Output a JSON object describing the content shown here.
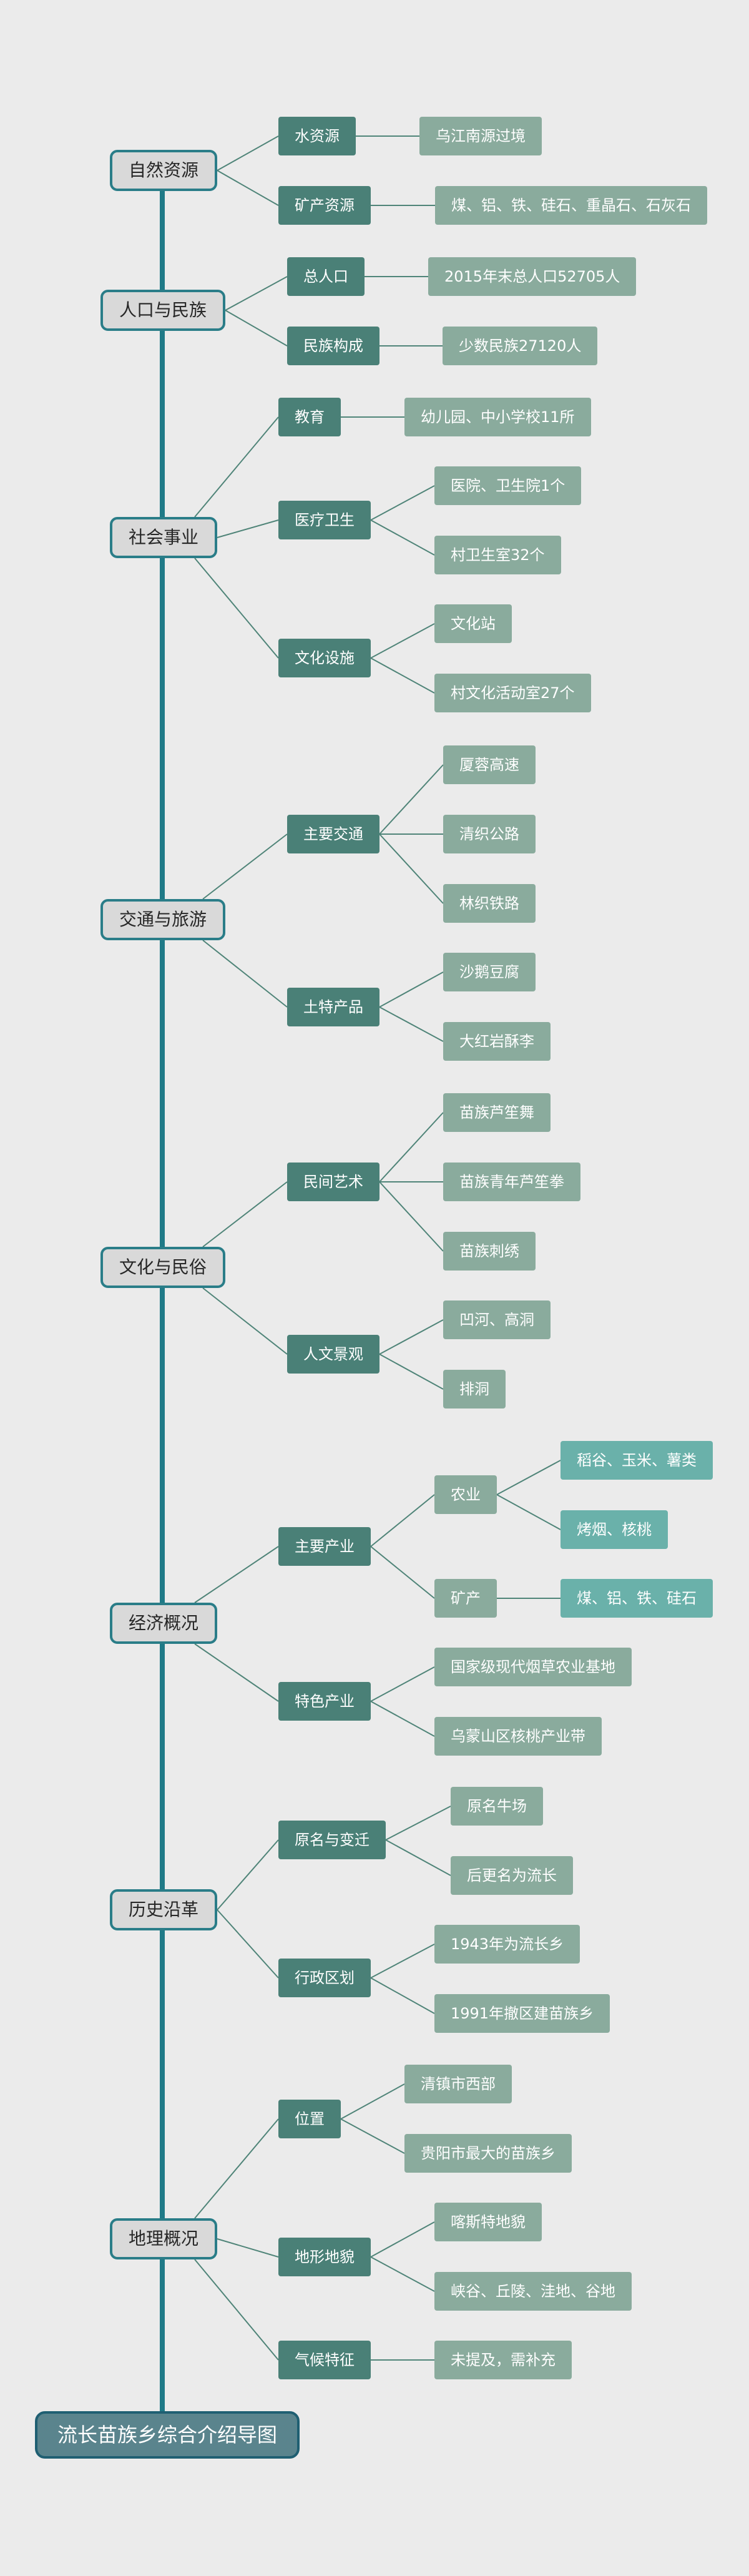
{
  "root": {
    "label": "流长苗族乡综合介绍导图"
  },
  "categories": [
    {
      "label": "自然资源",
      "children": [
        {
          "label": "水资源",
          "children": [
            {
              "label": "乌江南源过境"
            }
          ]
        },
        {
          "label": "矿产资源",
          "children": [
            {
              "label": "煤、铝、铁、硅石、重晶石、石灰石"
            }
          ]
        }
      ]
    },
    {
      "label": "人口与民族",
      "children": [
        {
          "label": "总人口",
          "children": [
            {
              "label": "2015年末总人口52705人"
            }
          ]
        },
        {
          "label": "民族构成",
          "children": [
            {
              "label": "少数民族27120人"
            }
          ]
        }
      ]
    },
    {
      "label": "社会事业",
      "children": [
        {
          "label": "教育",
          "children": [
            {
              "label": "幼儿园、中小学校11所"
            }
          ]
        },
        {
          "label": "医疗卫生",
          "children": [
            {
              "label": "医院、卫生院1个"
            },
            {
              "label": "村卫生室32个"
            }
          ]
        },
        {
          "label": "文化设施",
          "children": [
            {
              "label": "文化站"
            },
            {
              "label": "村文化活动室27个"
            }
          ]
        }
      ]
    },
    {
      "label": "交通与旅游",
      "children": [
        {
          "label": "主要交通",
          "children": [
            {
              "label": "厦蓉高速"
            },
            {
              "label": "清织公路"
            },
            {
              "label": "林织铁路"
            }
          ]
        },
        {
          "label": "土特产品",
          "children": [
            {
              "label": "沙鹅豆腐"
            },
            {
              "label": "大红岩酥李"
            }
          ]
        }
      ]
    },
    {
      "label": "文化与民俗",
      "children": [
        {
          "label": "民间艺术",
          "children": [
            {
              "label": "苗族芦笙舞"
            },
            {
              "label": "苗族青年芦笙拳"
            },
            {
              "label": "苗族刺绣"
            }
          ]
        },
        {
          "label": "人文景观",
          "children": [
            {
              "label": "凹河、高洞"
            },
            {
              "label": "排洞"
            }
          ]
        }
      ]
    },
    {
      "label": "经济概况",
      "children": [
        {
          "label": "主要产业",
          "children": [
            {
              "label": "农业",
              "children": [
                {
                  "label": "稻谷、玉米、薯类"
                },
                {
                  "label": "烤烟、核桃"
                }
              ]
            },
            {
              "label": "矿产",
              "children": [
                {
                  "label": "煤、铝、铁、硅石"
                }
              ]
            }
          ]
        },
        {
          "label": "特色产业",
          "children": [
            {
              "label": "国家级现代烟草农业基地"
            },
            {
              "label": "乌蒙山区核桃产业带"
            }
          ]
        }
      ]
    },
    {
      "label": "历史沿革",
      "children": [
        {
          "label": "原名与变迁",
          "children": [
            {
              "label": "原名牛场"
            },
            {
              "label": "后更名为流长"
            }
          ]
        },
        {
          "label": "行政区划",
          "children": [
            {
              "label": "1943年为流长乡"
            },
            {
              "label": "1991年撤区建苗族乡"
            }
          ]
        }
      ]
    },
    {
      "label": "地理概况",
      "children": [
        {
          "label": "位置",
          "children": [
            {
              "label": "清镇市西部"
            },
            {
              "label": "贵阳市最大的苗族乡"
            }
          ]
        },
        {
          "label": "地形地貌",
          "children": [
            {
              "label": "喀斯特地貌"
            },
            {
              "label": "峡谷、丘陵、洼地、谷地"
            }
          ]
        },
        {
          "label": "气候特征",
          "children": [
            {
              "label": "未提及，需补充"
            }
          ]
        }
      ]
    }
  ],
  "colors": {
    "background": "#ebebeb",
    "trunk": "#1f7a87",
    "connector": "#4f8478",
    "category_border": "#2a7d88",
    "category_fill": "#d9d9d9",
    "branch_fill": "#4a8077",
    "leaf_fill": "#8aab9d",
    "deep_leaf_fill": "#6ab1aa",
    "root_fill": "#5a848d"
  }
}
